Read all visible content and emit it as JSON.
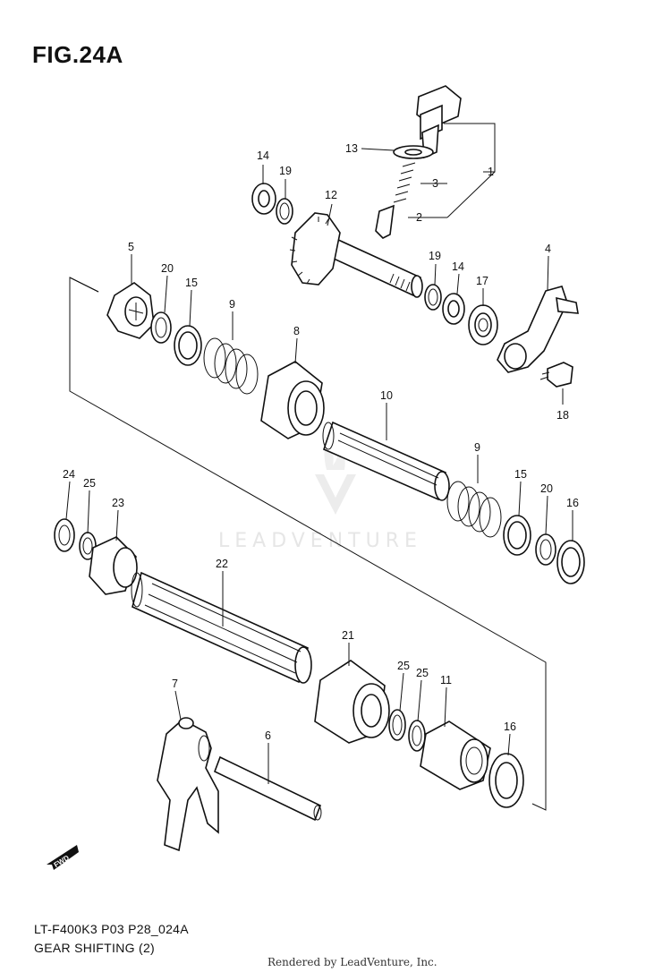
{
  "figure": {
    "title": "FIG.24A"
  },
  "footer": {
    "model_code": "LT-F400K3 P03 P28_024A",
    "section_name": "GEAR SHIFTING (2)",
    "rendered_by": "Rendered by LeadVenture, Inc."
  },
  "watermark": {
    "text": "LEADVENTURE"
  },
  "fwd_badge": {
    "label": "FWD"
  },
  "callouts": {
    "c1": "1",
    "c2": "2",
    "c3": "3",
    "c4": "4",
    "c5": "5",
    "c6": "6",
    "c7": "7",
    "c8": "8",
    "c9a": "9",
    "c9b": "9",
    "c10": "10",
    "c11": "11",
    "c12": "12",
    "c13": "13",
    "c14a": "14",
    "c14b": "14",
    "c15a": "15",
    "c15b": "15",
    "c16a": "16",
    "c16b": "16",
    "c17": "17",
    "c18": "18",
    "c19a": "19",
    "c19b": "19",
    "c20a": "20",
    "c20b": "20",
    "c21": "21",
    "c22": "22",
    "c23": "23",
    "c24": "24",
    "c25a": "25",
    "c25b": "25",
    "c25c": "25"
  },
  "colors": {
    "ink": "#111111",
    "paper": "#ffffff",
    "watermark": "#e6e6e6"
  }
}
